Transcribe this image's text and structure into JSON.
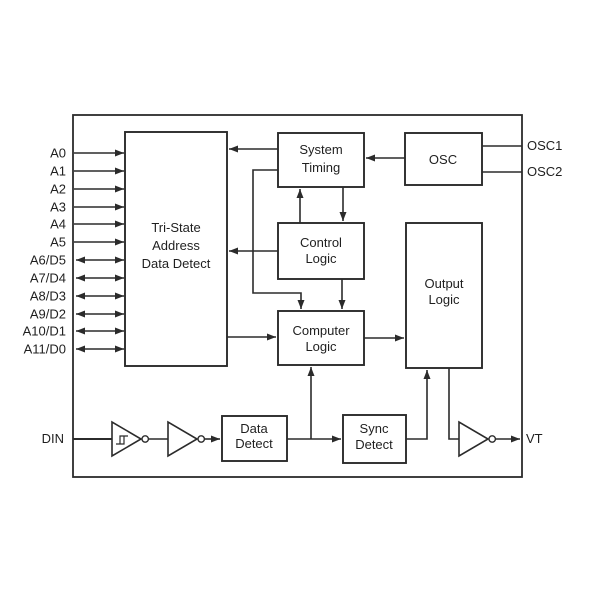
{
  "pins": [
    {
      "label": "A0",
      "direction": "in"
    },
    {
      "label": "A1",
      "direction": "in"
    },
    {
      "label": "A2",
      "direction": "in"
    },
    {
      "label": "A3",
      "direction": "in"
    },
    {
      "label": "A4",
      "direction": "in"
    },
    {
      "label": "A5",
      "direction": "in"
    },
    {
      "label": "A6/D5",
      "direction": "bidirectional"
    },
    {
      "label": "A7/D4",
      "direction": "bidirectional"
    },
    {
      "label": "A8/D3",
      "direction": "bidirectional"
    },
    {
      "label": "A9/D2",
      "direction": "bidirectional"
    },
    {
      "label": "A10/D1",
      "direction": "bidirectional"
    },
    {
      "label": "A11/D0",
      "direction": "bidirectional"
    }
  ],
  "ports": {
    "din": "DIN",
    "vt": "VT",
    "osc1": "OSC1",
    "osc2": "OSC2"
  },
  "blocks": {
    "tristate": {
      "lines": [
        "Tri-State",
        "Address",
        "Data Detect"
      ]
    },
    "system": {
      "lines": [
        "System",
        "Timing"
      ]
    },
    "osc": {
      "lines": [
        "OSC"
      ]
    },
    "control": {
      "lines": [
        "Control",
        "Logic"
      ]
    },
    "computer": {
      "lines": [
        "Computer",
        "Logic"
      ]
    },
    "output": {
      "lines": [
        "Output",
        "Logic"
      ]
    },
    "datadet": {
      "lines": [
        "Data",
        "Detect"
      ]
    },
    "syncdet": {
      "lines": [
        "Sync",
        "Detect"
      ]
    }
  },
  "colors": {
    "line": "#2b2b2b",
    "text": "#1f1f1f",
    "background": "#ffffff"
  }
}
